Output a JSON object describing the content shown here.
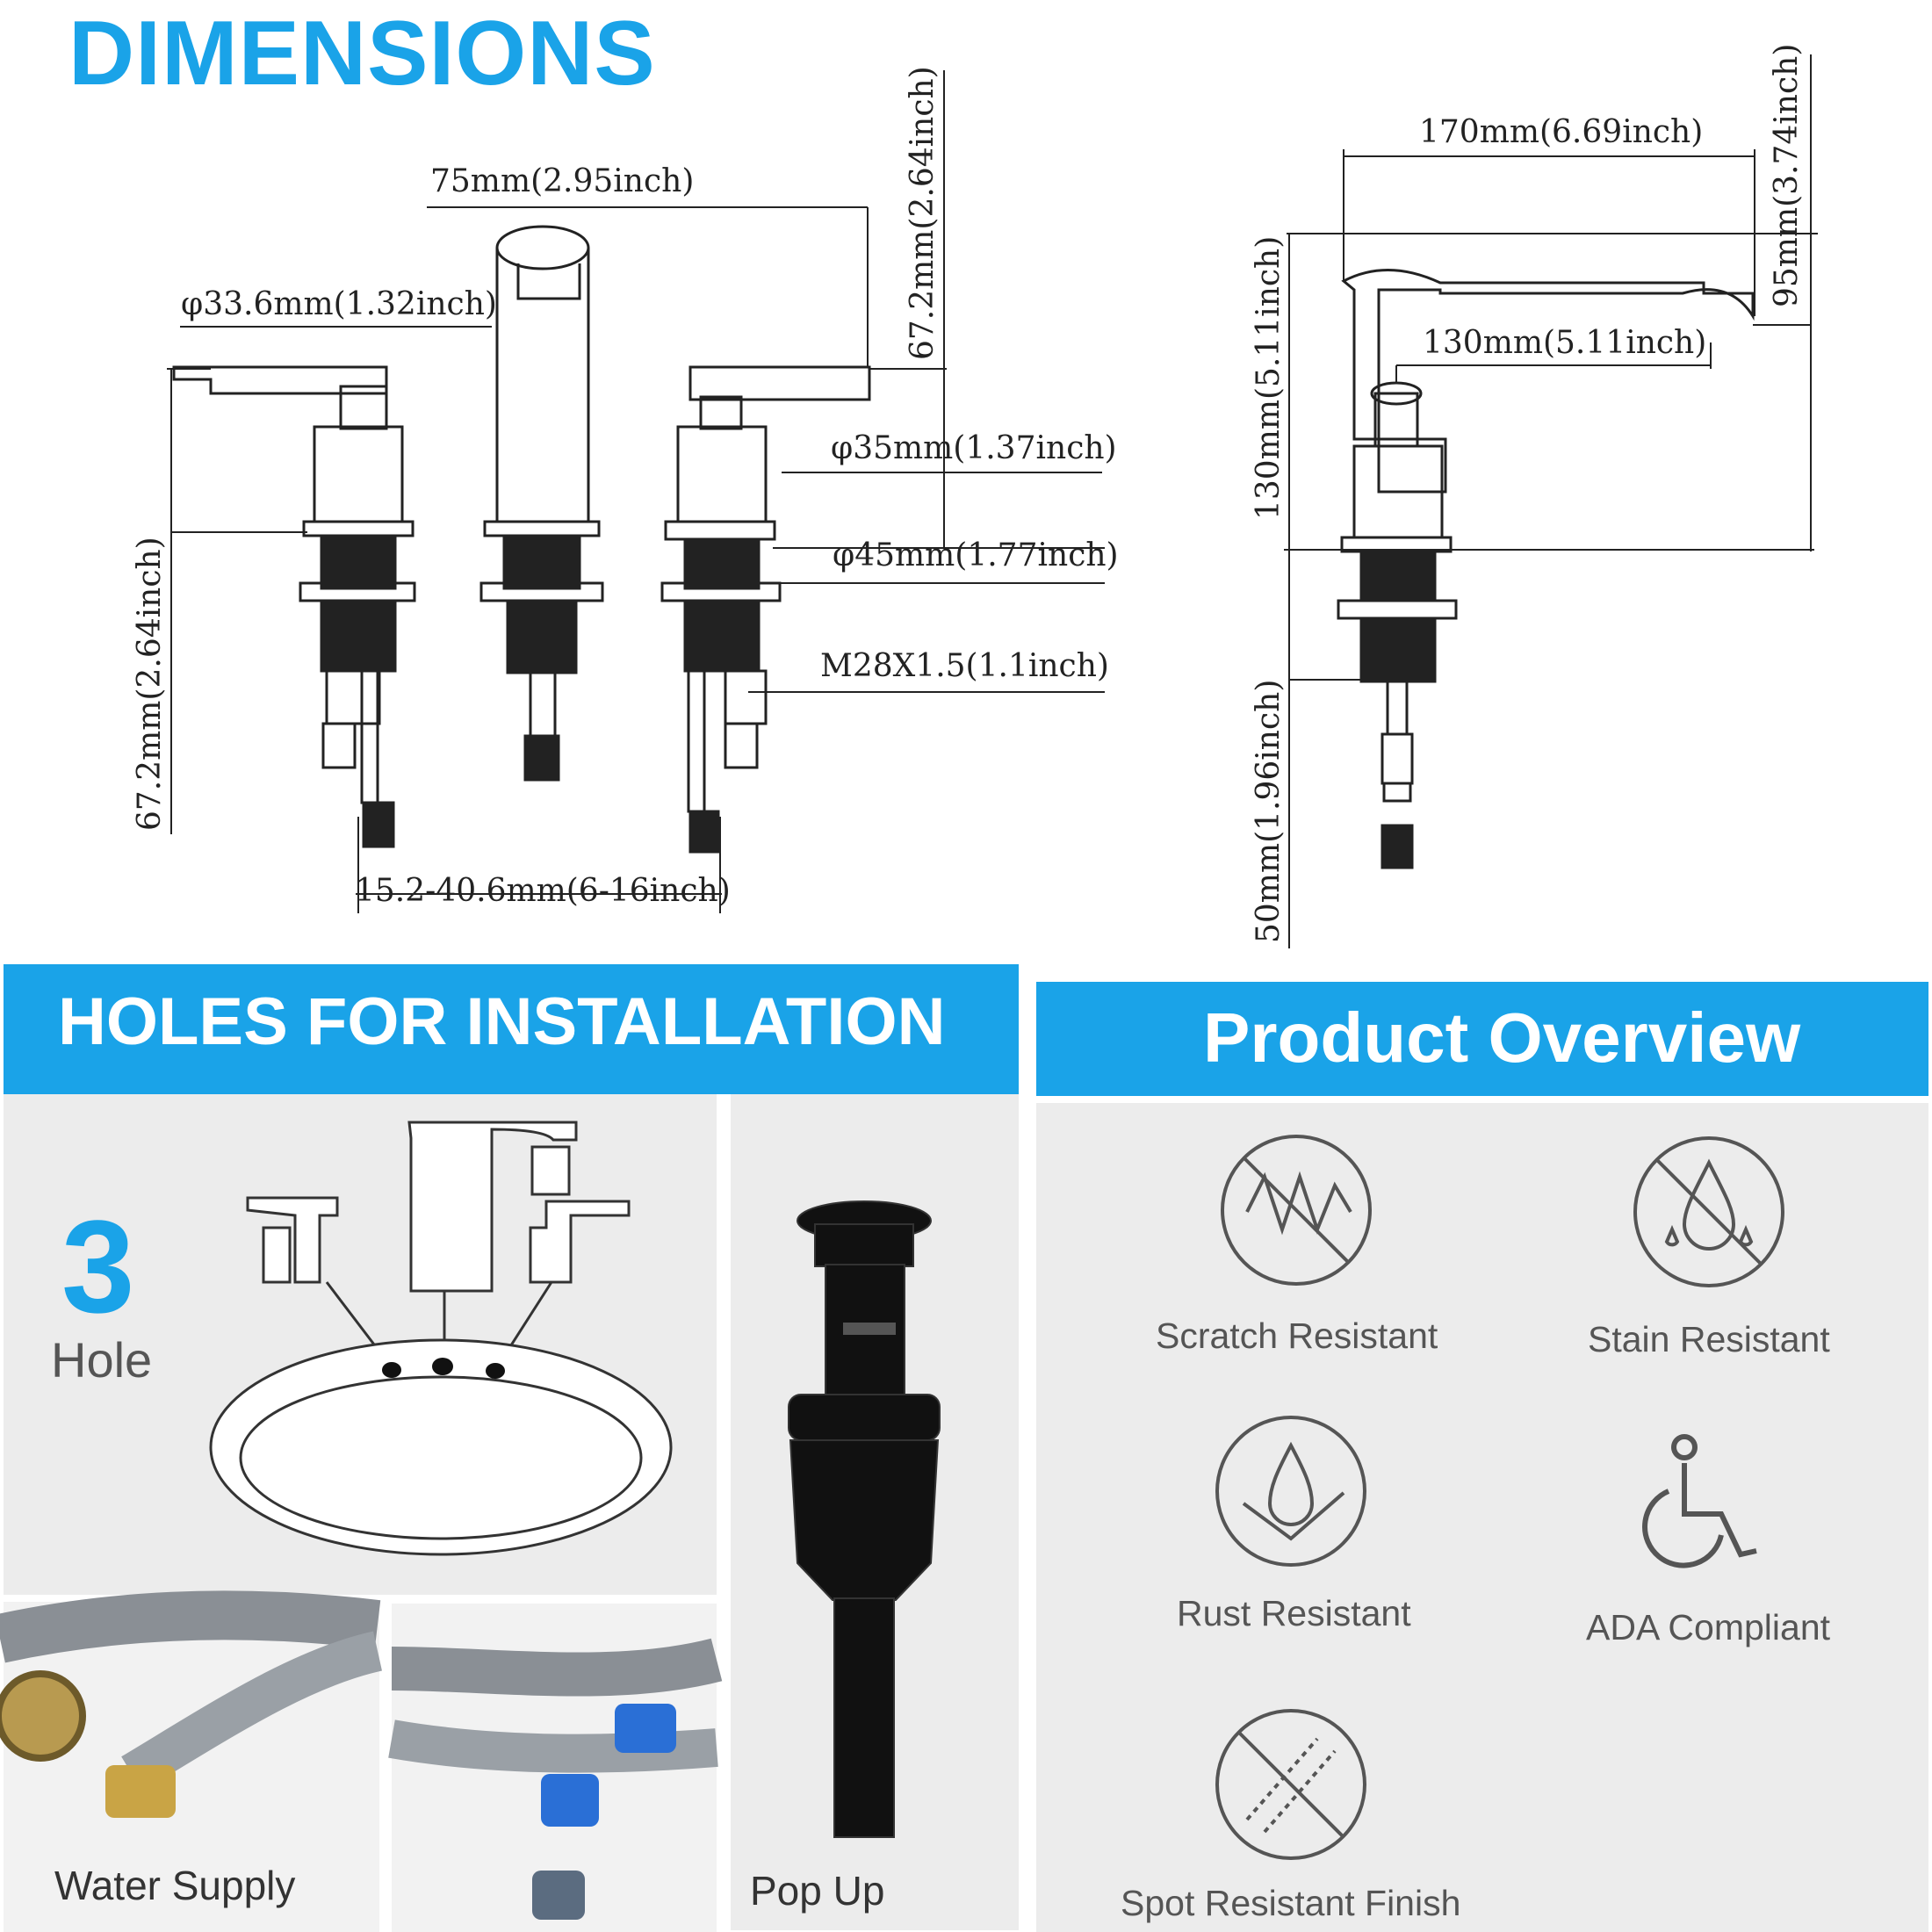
{
  "dimensions": {
    "title": "DIMENSIONS",
    "front": {
      "spout_reach": "75mm(2.95inch)",
      "handle_dia": "φ33.6mm(1.32inch)",
      "spout_height": "67.2mm(2.64inch)",
      "body_dia": "φ35mm(1.37inch)",
      "base_dia": "φ45mm(1.77inch)",
      "thread": "M28X1.5(1.1inch)",
      "handle_height": "67.2mm(2.64inch)",
      "spread": "15.2-40.6mm(6-16inch)"
    },
    "side": {
      "length": "170mm(6.69inch)",
      "spout_height": "95mm(3.74inch)",
      "reach": "130mm(5.11inch)",
      "total_height": "130mm(5.11inch)",
      "shank": "50mm(1.96inch)"
    }
  },
  "installation": {
    "title": "HOLES FOR INSTALLATION",
    "hole_count": "3",
    "hole_label": "Hole",
    "hose_caption": "Water Supply",
    "drain_caption": "Pop Up"
  },
  "overview": {
    "title": "Product Overview",
    "features": [
      {
        "icon": "scratch-resistant-icon",
        "label": "Scratch Resistant"
      },
      {
        "icon": "stain-resistant-icon",
        "label": "Stain Resistant"
      },
      {
        "icon": "rust-resistant-icon",
        "label": "Rust Resistant"
      },
      {
        "icon": "ada-compliant-icon",
        "label": "ADA Compliant"
      },
      {
        "icon": "spot-resistant-icon",
        "label": "Spot Resistant Finish"
      }
    ]
  },
  "colors": {
    "accent": "#1aa3e8",
    "panel": "#ececec",
    "drawing": "#222222"
  }
}
